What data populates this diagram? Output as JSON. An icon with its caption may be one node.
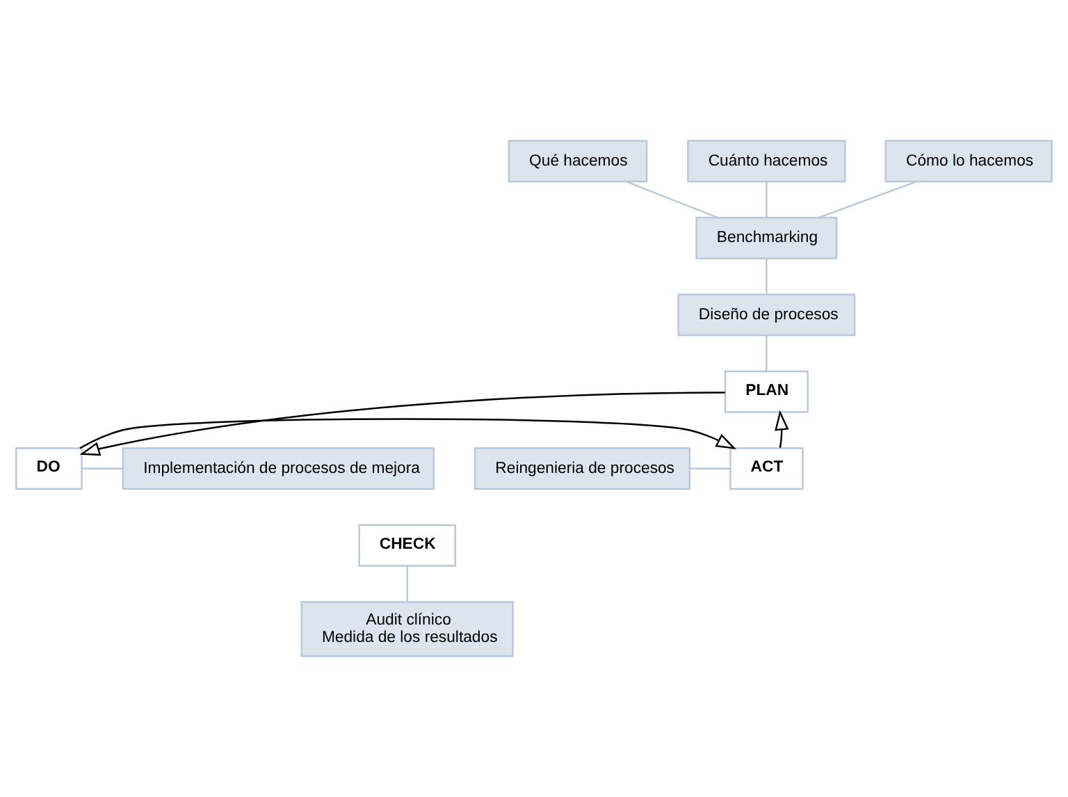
{
  "diagram": {
    "nodes": [
      {
        "text": [
          "Qué hacemos"
        ]
      },
      {
        "text": [
          "Cuánto hacemos"
        ]
      },
      {
        "text": [
          "Cómo lo hacemos"
        ]
      },
      {
        "text": [
          "Benchmarking"
        ]
      },
      {
        "text": [
          "Diseño de procesos"
        ]
      },
      {
        "text": [
          "PLAN"
        ]
      },
      {
        "text": [
          "Reingenieria de procesos"
        ]
      },
      {
        "text": [
          "ACT"
        ]
      },
      {
        "text": [
          "DO"
        ]
      },
      {
        "text": [
          "Implementación de procesos de mejora"
        ]
      },
      {
        "text": [
          "CHECK"
        ]
      },
      {
        "text": [
          "Audit clínico",
          "Medida de los resultados"
        ]
      }
    ],
    "edges": [
      {
        "from": 0,
        "to": 3,
        "arrow": "none"
      },
      {
        "from": 1,
        "to": 3,
        "arrow": "none"
      },
      {
        "from": 2,
        "to": 3,
        "arrow": "none"
      },
      {
        "from": 3,
        "to": 4,
        "arrow": "none"
      },
      {
        "from": 4,
        "to": 5,
        "arrow": "none"
      },
      {
        "from": 6,
        "to": 7,
        "arrow": "none"
      },
      {
        "from": 8,
        "to": 9,
        "arrow": "none"
      },
      {
        "from": 7,
        "to": 5,
        "arrow": "to",
        "color": "#000000"
      },
      {
        "from": 5,
        "to": 8,
        "arrow": "to",
        "color": "#000000"
      },
      {
        "from": 8,
        "to": 7,
        "arrow": "to",
        "color": "#000000"
      },
      {
        "from": 10,
        "to": 11,
        "arrow": "none"
      }
    ]
  }
}
